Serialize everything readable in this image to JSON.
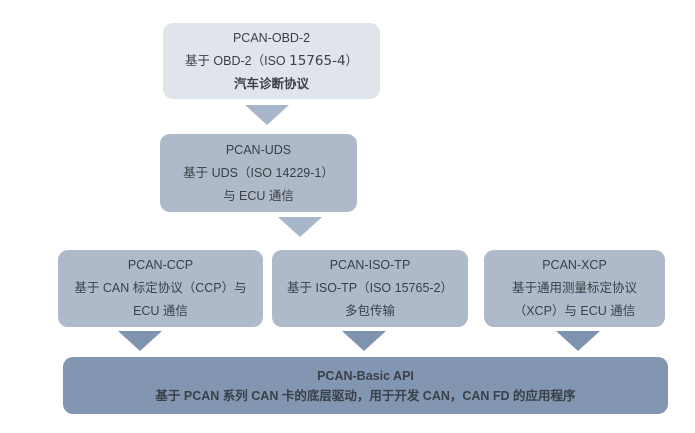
{
  "palette": {
    "page_background": "#ffffff",
    "top_node_background": "#e0e4eb",
    "mid_node_background": "#aebac9",
    "bottom_bar_background": "#8296b1",
    "arrow_light": "#a8b6c9",
    "arrow_dark": "#7e93ae",
    "text_color": "#3b4046"
  },
  "nodes": {
    "obd2": {
      "title": "PCAN-OBD-2",
      "line2_prefix": "基于 OBD-2（ISO ",
      "line2_strong": "15765-4",
      "line2_suffix": "）",
      "line3": "汽车诊断协议"
    },
    "uds": {
      "title": "PCAN-UDS",
      "line2": "基于 UDS（ISO 14229-1）",
      "line3": "与 ECU 通信"
    },
    "ccp": {
      "title": "PCAN-CCP",
      "line2": "基于 CAN 标定协议（CCP）与",
      "line3": "ECU 通信"
    },
    "isotp": {
      "title": "PCAN-ISO-TP",
      "line2": "基于 ISO-TP（ISO 15765-2）",
      "line3": "多包传输"
    },
    "xcp": {
      "title": "PCAN-XCP",
      "line2": "基于通用测量标定协议",
      "line3": "（XCP）与 ECU 通信"
    },
    "basic_api": {
      "title": "PCAN-Basic API",
      "line2": "基于 PCAN 系列 CAN 卡的底层驱动，用于开发 CAN，CAN FD 的应用程序"
    }
  }
}
